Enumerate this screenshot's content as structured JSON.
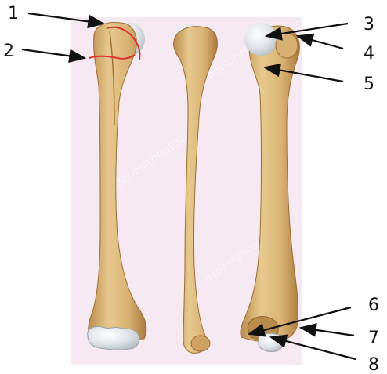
{
  "labels": [
    {
      "id": "1",
      "text": "1"
    },
    {
      "id": "2",
      "text": "2"
    },
    {
      "id": "3",
      "text": "3"
    },
    {
      "id": "4",
      "text": "4"
    },
    {
      "id": "5",
      "text": "5"
    },
    {
      "id": "6",
      "text": "6"
    },
    {
      "id": "7",
      "text": "7"
    },
    {
      "id": "8",
      "text": "8"
    }
  ],
  "watermark": {
    "text": "depositphotos"
  },
  "colors": {
    "background_panel": "#f3e6ee",
    "bone_fill": "#dcb77a",
    "bone_shade": "#b98c4c",
    "cartilage": "#dfe3e8",
    "annotation_red": "#e03030",
    "arrow": "#111111"
  }
}
